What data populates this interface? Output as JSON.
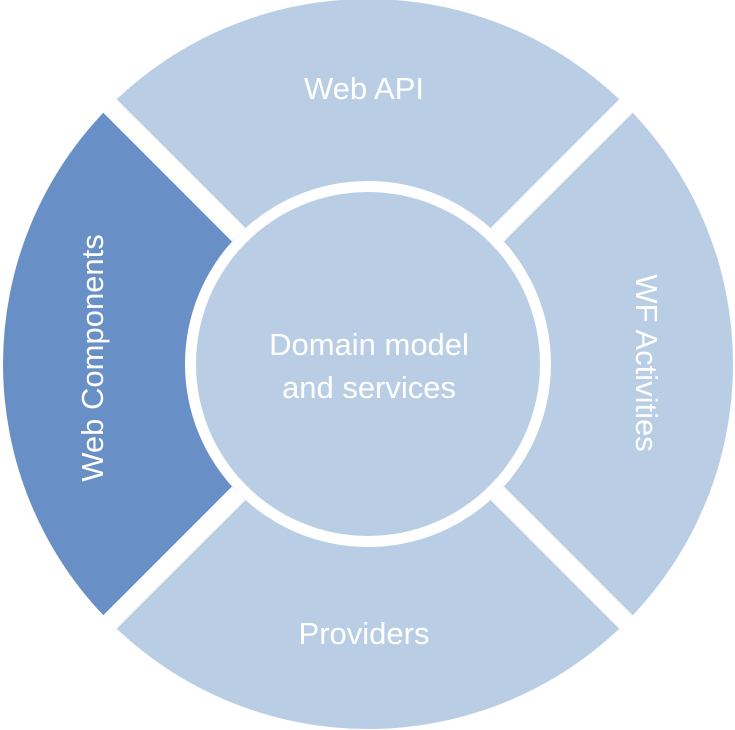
{
  "diagram": {
    "center": {
      "line1": "Domain model",
      "line2": "and services"
    },
    "segments": {
      "top": "Web API",
      "right": "WF Activities",
      "bottom": "Providers",
      "left": "Web Components"
    }
  },
  "colors": {
    "segment_light": "#B9CDE5",
    "segment_highlight": "#6990C6",
    "center": "#B9CDE5",
    "separator": "#FFFFFF",
    "text": "#FFFFFF"
  }
}
